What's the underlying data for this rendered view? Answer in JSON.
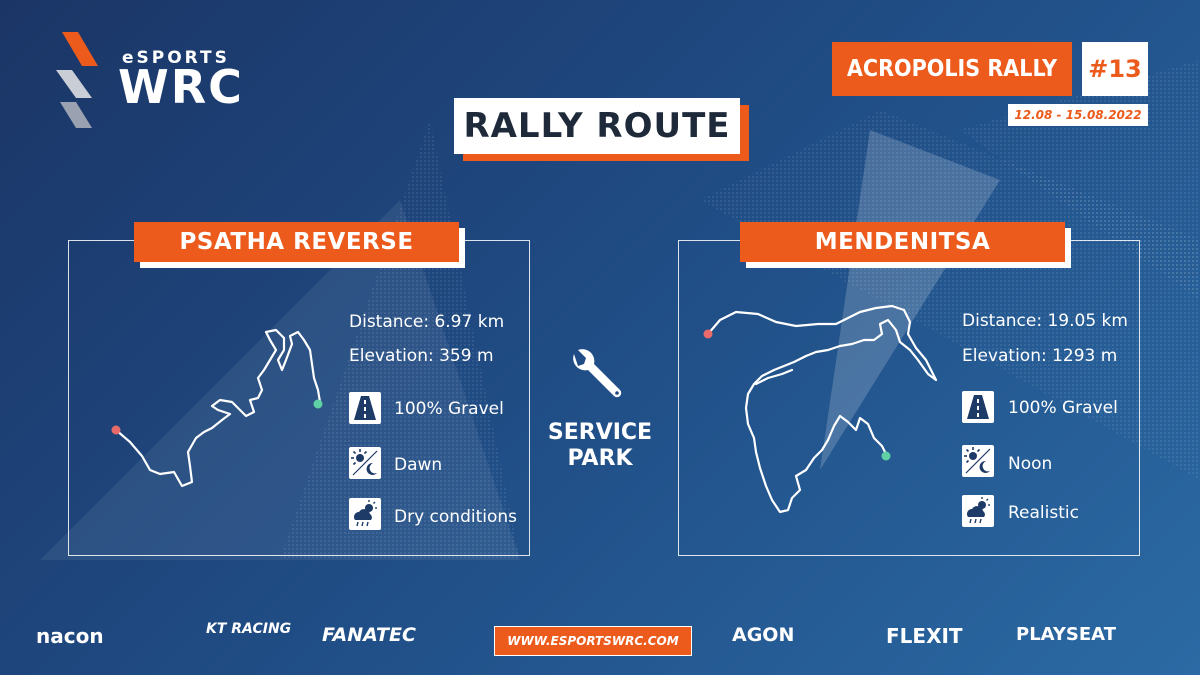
{
  "brand": {
    "prefix": "eSPORTS",
    "name": "WRC"
  },
  "event": {
    "name": "ACROPOLIS RALLY",
    "number": "#13",
    "dates": "12.08 - 15.08.2022"
  },
  "title": "RALLY ROUTE",
  "stages": [
    {
      "name": "PSATHA REVERSE",
      "distance": "Distance: 6.97 km",
      "elevation": "Elevation: 359 m",
      "surface": "100% Gravel",
      "time": "Dawn",
      "weather": "Dry conditions"
    },
    {
      "name": "MENDENITSA",
      "distance": "Distance: 19.05 km",
      "elevation": "Elevation: 1293 m",
      "surface": "100% Gravel",
      "time": "Noon",
      "weather": "Realistic"
    }
  ],
  "service": {
    "line1": "SERVICE",
    "line2": "PARK"
  },
  "sponsors": [
    "nacon",
    "KT RACING",
    "FANATEC",
    "AGON",
    "FLEXIT",
    "PLAYSEAT"
  ],
  "website": "WWW.ESPORTSWRC.COM",
  "colors": {
    "accent": "#ec5a1c",
    "background": "#1f4a82",
    "start_marker": "#e86a6a",
    "finish_marker": "#5fd1a4"
  }
}
